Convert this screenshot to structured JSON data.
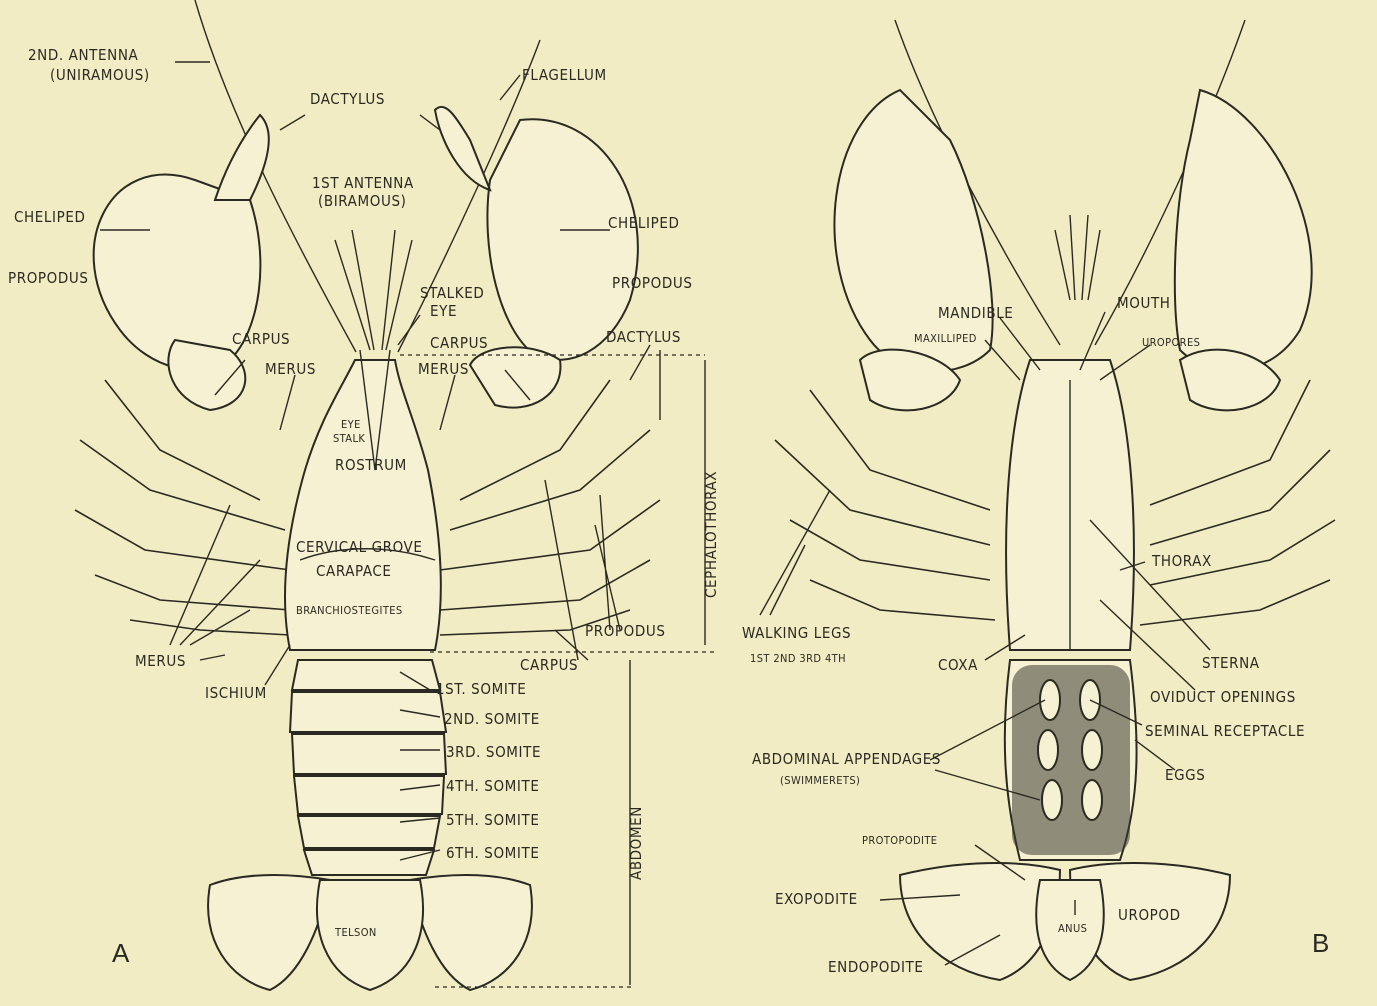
{
  "panels": {
    "A": {
      "letter": "A",
      "labels": {
        "antenna2": "2ND. ANTENNA",
        "antenna2_sub": "(UNIRAMOUS)",
        "flagellum": "FLAGELLUM",
        "dactylus_top": "DACTYLUS",
        "antenna1": "1ST ANTENNA",
        "antenna1_sub": "(BIRAMOUS)",
        "cheliped_left": "CHELIPED",
        "cheliped_right": "CHELIPED",
        "propodus_left": "PROPODUS",
        "propodus_right": "PROPODUS",
        "stalked_eye": "STALKED",
        "stalked_eye2": "EYE",
        "carpus_left": "CARPUS",
        "carpus_right": "CARPUS",
        "dactylus_right": "DACTYLUS",
        "merus_left": "MERUS",
        "merus_right": "MERUS",
        "eye_stalk": "EYE",
        "eye_stalk2": "STALK",
        "rostrum": "ROSTRUM",
        "cervical": "CERVICAL GROVE",
        "carapace": "CARAPACE",
        "branchio": "BRANCHIOSTEGITES",
        "cephalothorax": "CEPHALOTHORAX",
        "propodus_legs": "PROPODUS",
        "carpus_legs": "CARPUS",
        "merus_legs": "MERUS",
        "ischium": "ISCHIUM",
        "somite1": "1ST. SOMITE",
        "somite2": "2ND. SOMITE",
        "somite3": "3RD. SOMITE",
        "somite4": "4TH. SOMITE",
        "somite5": "5TH. SOMITE",
        "somite6": "6TH. SOMITE",
        "abdomen": "ABDOMEN",
        "telson": "TELSON"
      }
    },
    "B": {
      "letter": "B",
      "labels": {
        "mandible": "MANDIBLE",
        "mouth": "MOUTH",
        "maxilliped": "MAXILLIPED",
        "uropores": "UROPORES",
        "thorax": "THORAX",
        "walking_legs": "WALKING LEGS",
        "walking_legs_sub": "1ST 2ND 3RD 4TH",
        "coxa": "COXA",
        "sterna": "STERNA",
        "oviduct": "OVIDUCT OPENINGS",
        "seminal": "SEMINAL RECEPTACLE",
        "abd_app": "ABDOMINAL APPENDAGES",
        "abd_app_sub": "(SWIMMERETS)",
        "eggs": "EGGS",
        "protopodite": "PROTOPODITE",
        "exopodite": "EXOPODITE",
        "endopodite": "ENDOPODITE",
        "anus": "ANUS",
        "uropod": "UROPOD"
      }
    }
  }
}
